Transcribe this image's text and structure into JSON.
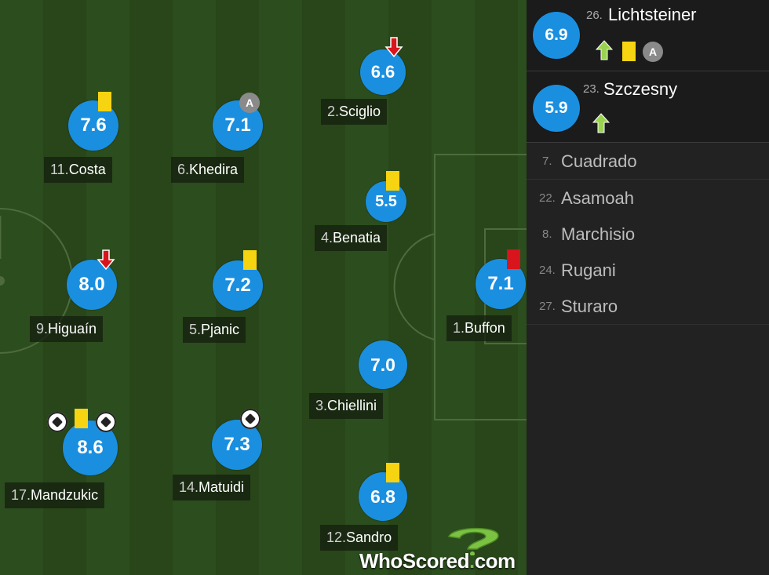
{
  "colors": {
    "rating_bg": "#1a8fe0",
    "yellow_card": "#f6d411",
    "red_card": "#d8141d",
    "sub_in_arrow": "#9ad34f"
  },
  "players": [
    {
      "id": "costa",
      "number": "11.",
      "name": "Costa",
      "rating": "7.6",
      "events": [
        "yellow-card"
      ]
    },
    {
      "id": "khedira",
      "number": "6.",
      "name": "Khedira",
      "rating": "7.1",
      "events": [
        "captain"
      ]
    },
    {
      "id": "sciglio",
      "number": "2.",
      "name": "Sciglio",
      "rating": "6.6",
      "events": [
        "subbed-off"
      ]
    },
    {
      "id": "benatia",
      "number": "4.",
      "name": "Benatia",
      "rating": "5.5",
      "events": [
        "yellow-card"
      ]
    },
    {
      "id": "higuain",
      "number": "9.",
      "name": "Higuaín",
      "rating": "8.0",
      "events": [
        "subbed-off"
      ]
    },
    {
      "id": "pjanic",
      "number": "5.",
      "name": "Pjanic",
      "rating": "7.2",
      "events": [
        "yellow-card"
      ]
    },
    {
      "id": "buffon",
      "number": "1.",
      "name": "Buffon",
      "rating": "7.1",
      "events": [
        "red-card"
      ]
    },
    {
      "id": "chiellini",
      "number": "3.",
      "name": "Chiellini",
      "rating": "7.0",
      "events": []
    },
    {
      "id": "mandzukic",
      "number": "17.",
      "name": "Mandzukic",
      "rating": "8.6",
      "events": [
        "goal",
        "yellow-card",
        "goal"
      ]
    },
    {
      "id": "matuidi",
      "number": "14.",
      "name": "Matuidi",
      "rating": "7.3",
      "events": [
        "goal"
      ]
    },
    {
      "id": "sandro",
      "number": "12.",
      "name": "Sandro",
      "rating": "6.8",
      "events": [
        "yellow-card"
      ]
    }
  ],
  "substitutes_used": [
    {
      "number": "26.",
      "name": "Lichtsteiner",
      "rating": "6.9",
      "events": [
        "subbed-on",
        "yellow-card",
        "captain"
      ]
    },
    {
      "number": "23.",
      "name": "Szczesny",
      "rating": "5.9",
      "events": [
        "subbed-on"
      ]
    }
  ],
  "bench": [
    {
      "number": "7.",
      "name": "Cuadrado"
    },
    {
      "number": "22.",
      "name": "Asamoah"
    },
    {
      "number": "8.",
      "name": "Marchisio"
    },
    {
      "number": "24.",
      "name": "Rugani"
    },
    {
      "number": "27.",
      "name": "Sturaro"
    }
  ],
  "captain_letter": "A",
  "logo": {
    "brand": "WhoScored",
    "dot": ".",
    "suffix": "com"
  }
}
